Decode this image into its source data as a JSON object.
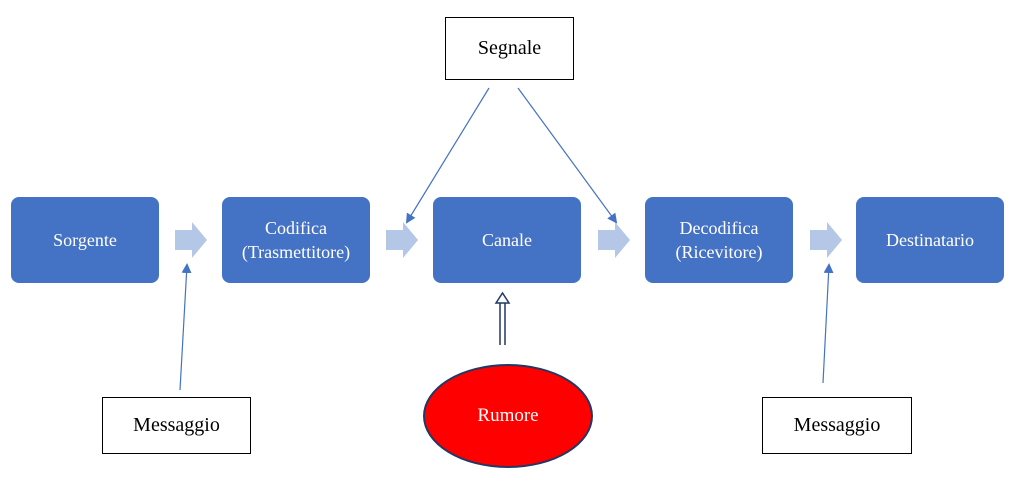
{
  "nodes": {
    "sorgente": {
      "line1": "Sorgente"
    },
    "codifica": {
      "line1": "Codifica",
      "line2": "(Trasmettitore)"
    },
    "canale": {
      "line1": "Canale"
    },
    "decodifica": {
      "line1": "Decodifica",
      "line2": "(Ricevitore)"
    },
    "destinatario": {
      "line1": "Destinatario"
    }
  },
  "labels": {
    "segnale": "Segnale",
    "messaggio_left": "Messaggio",
    "messaggio_right": "Messaggio",
    "rumore": "Rumore"
  },
  "colors": {
    "node_fill": "#4472c4",
    "flow_arrow": "#b4c7e7",
    "noise_fill": "#ff0000",
    "line": "#4472c4",
    "outline_dark": "#1f3864"
  }
}
